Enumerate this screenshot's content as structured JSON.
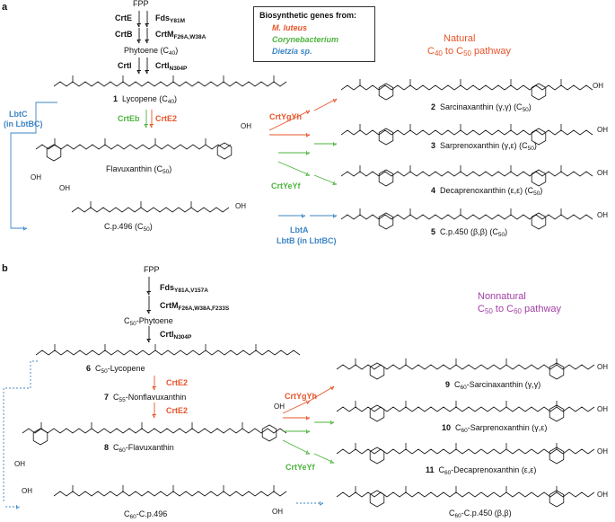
{
  "colors": {
    "orange": "#e8542a",
    "green": "#4db33d",
    "blue": "#3d86c6",
    "purple": "#a23fa6",
    "black": "#111111"
  },
  "panel_a": {
    "label": "a",
    "fpp": "FPP",
    "crtE": "CrtE",
    "fds": "Fds",
    "fds_sub": "Y81M",
    "crtB": "CrtB",
    "crtM": "CrtM",
    "crtM_sub": "F26A,W38A",
    "phytoene": "Phytoene (C",
    "phytoene_sub": "40",
    "phytoene_end": ")",
    "crtI": "CrtI",
    "crtI2": "CrtI",
    "crtI2_sub": "N304P",
    "lycopene_num": "1",
    "lycopene": "Lycopene (C",
    "lycopene_sub": "40",
    "lycopene_end": ")",
    "lbtc": "LbtC",
    "lbtc2": "(in LbtBC)",
    "crtEb": "CrtEb",
    "crtE2": "CrtE2",
    "flavuxanthin": "Flavuxanthin (C",
    "flavuxanthin_sub": "50",
    "flavuxanthin_end": ")",
    "oh_flav": "OH",
    "cp496": "C.p.496 (C",
    "cp496_sub": "50",
    "cp496_end": ")",
    "oh_cp": "OH",
    "crtYgYh": "CrtYgYh",
    "crtYeYf": "CrtYeYf",
    "lbtA": "LbtA",
    "lbtB": "LbtB (in LbtBC)",
    "natural1": "Natural",
    "natural2_pre": "C",
    "natural2_sub1": "40",
    "natural2_mid": " to C",
    "natural2_sub2": "50",
    "natural2_end": " pathway",
    "products": [
      {
        "num": "2",
        "name": "Sarcinaxanthin (γ,γ) (C",
        "sub": "50",
        "end": ")"
      },
      {
        "num": "3",
        "name": "Sarprenoxanthin (γ,ε) (C",
        "sub": "50",
        "end": ")"
      },
      {
        "num": "4",
        "name": "Decaprenoxanthin (ε,ε) (C",
        "sub": "50",
        "end": ")"
      },
      {
        "num": "5",
        "name": "C.p.450 (β,β) (C",
        "sub": "50",
        "end": ")"
      }
    ],
    "oh": "OH"
  },
  "legend": {
    "title": "Biosynthetic genes from:",
    "m_luteus": "M. luteus",
    "coryne": "Corynebacterium",
    "dietzia": "Dietzia sp."
  },
  "panel_b": {
    "label": "b",
    "fpp": "FPP",
    "fds": "Fds",
    "fds_sub": "Y81A,V157A",
    "crtM": "CrtM",
    "crtM_sub": "F26A,W38A,F233S",
    "phytoene_pre": "C",
    "phytoene_sub": "50",
    "phytoene_end": "-Phytoene",
    "crtI": "CrtI",
    "crtI_sub": "N304P",
    "lyc_num": "6",
    "lyc_pre": "C",
    "lyc_sub": "50",
    "lyc_end": "-Lycopene",
    "crtE2a": "CrtE2",
    "nonflav_num": "7",
    "nonflav_pre": "C",
    "nonflav_sub": "55",
    "nonflav_end": "-Nonflavuxanthin",
    "crtE2b": "CrtE2",
    "flav_num": "8",
    "flav_pre": "C",
    "flav_sub": "60",
    "flav_end": "-Flavuxanthin",
    "oh_flav": "OH",
    "cp496_pre": "C",
    "cp496_sub": "60",
    "cp496_end": "-C.p.496",
    "oh_cp": "OH",
    "crtYgYh": "CrtYgYh",
    "crtYeYf": "CrtYeYf",
    "nonnatural1": "Nonnatural",
    "nonnatural2_pre": "C",
    "nonnatural2_sub1": "50",
    "nonnatural2_mid": " to C",
    "nonnatural2_sub2": "60",
    "nonnatural2_end": " pathway",
    "products": [
      {
        "num": "9",
        "pre": "C",
        "sub": "60",
        "name": "-Sarcinaxanthin (γ,γ)"
      },
      {
        "num": "10",
        "pre": "C",
        "sub": "60",
        "name": "-Sarprenoxanthin (γ,ε)"
      },
      {
        "num": "11",
        "pre": "C",
        "sub": "60",
        "name": "-Decaprenoxanthin (ε,ε)"
      },
      {
        "num": "",
        "pre": "C",
        "sub": "60",
        "name": "-C.p.450 (β,β)"
      }
    ],
    "oh": "OH"
  }
}
